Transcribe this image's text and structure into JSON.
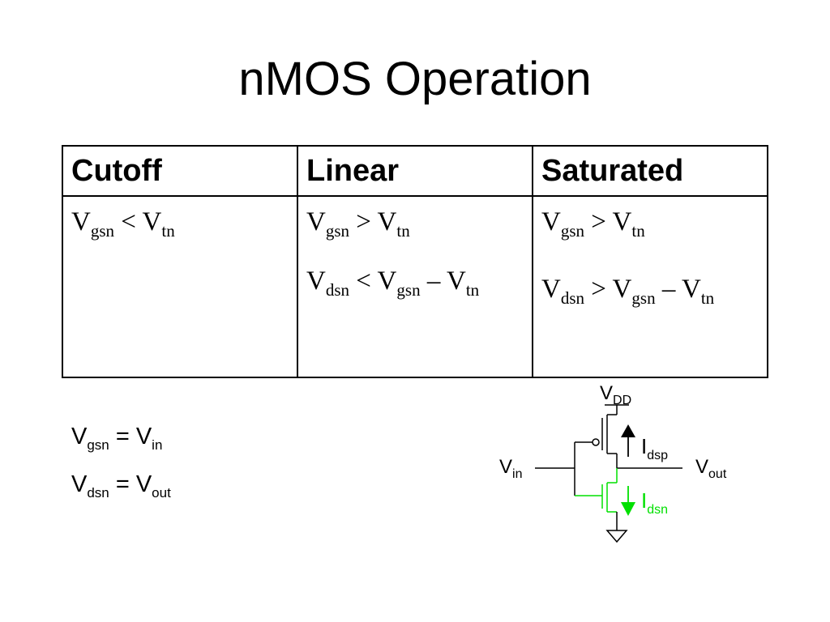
{
  "title": "nMOS Operation",
  "table": {
    "headers": [
      "Cutoff",
      "Linear",
      "Saturated"
    ],
    "cutoff": {
      "c1": {
        "v1": "V",
        "s1": "gsn",
        "op": " < ",
        "v2": "V",
        "s2": "tn"
      }
    },
    "linear": {
      "c1": {
        "v1": "V",
        "s1": "gsn",
        "op": " > ",
        "v2": "V",
        "s2": "tn"
      },
      "c2": {
        "v1": "V",
        "s1": "dsn",
        "op": " < ",
        "v2": "V",
        "s2": "gsn",
        "op2": " – ",
        "v3": "V",
        "s3": "tn"
      }
    },
    "saturated": {
      "c1": {
        "v1": "V",
        "s1": "gsn",
        "op": " > ",
        "v2": "V",
        "s2": "tn"
      },
      "c2": {
        "v1": "V",
        "s1": "dsn",
        "op": " > ",
        "v2": "V",
        "s2": "gsn",
        "op2": " – ",
        "v3": "V",
        "s3": "tn"
      }
    }
  },
  "equations": [
    {
      "v1": "V",
      "s1": "gsn",
      "op": " = ",
      "v2": "V",
      "s2": "in"
    },
    {
      "v1": "V",
      "s1": "dsn",
      "op": " = ",
      "v2": "V",
      "s2": "out"
    }
  ],
  "circuit": {
    "vdd": {
      "main": "V",
      "sub": "DD"
    },
    "vin": {
      "main": "V",
      "sub": "in"
    },
    "vout": {
      "main": "V",
      "sub": "out"
    },
    "idsp": {
      "main": "I",
      "sub": "dsp"
    },
    "idsn": {
      "main": "I",
      "sub": "dsn"
    },
    "colors": {
      "nmos_highlight": "#00e000",
      "wire": "#000000"
    }
  }
}
